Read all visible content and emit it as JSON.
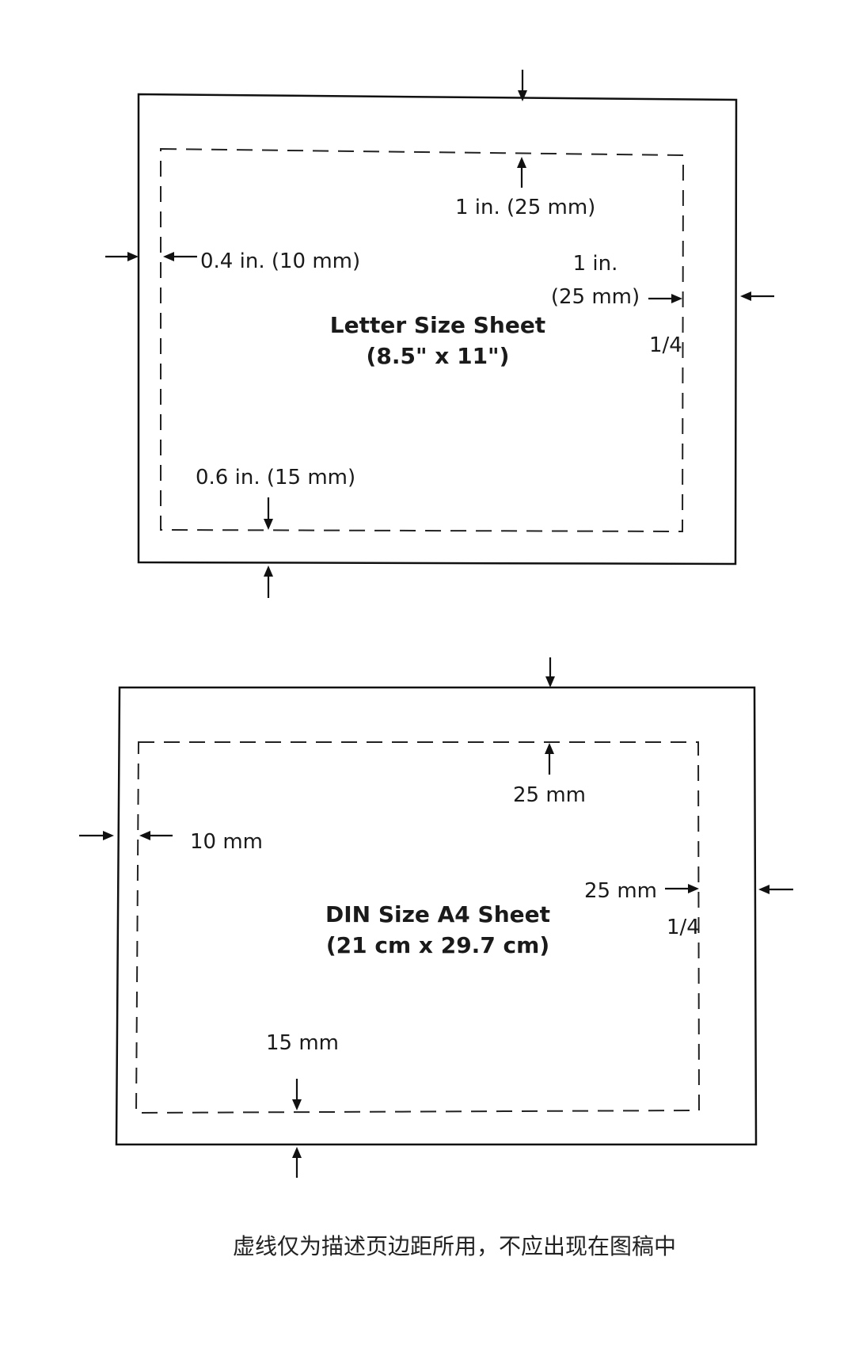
{
  "diagrams": [
    {
      "title_line1": "Letter Size Sheet",
      "title_line2": "(8.5\" x 11\")",
      "top_margin": "1 in. (25 mm)",
      "left_margin": "0.4 in. (10 mm)",
      "right_margin_line1": "1 in.",
      "right_margin_line2": "(25 mm)",
      "right_fraction": "1/4",
      "bottom_margin": "0.6 in. (15 mm)"
    },
    {
      "title_line1": "DIN Size A4 Sheet",
      "title_line2": "(21 cm x 29.7 cm)",
      "top_margin": "25 mm",
      "left_margin": "10 mm",
      "right_margin": "25 mm",
      "right_fraction": "1/4",
      "bottom_margin": "15 mm"
    }
  ],
  "caption": "虚线仅为描述页边距所用，不应出现在图稿中"
}
